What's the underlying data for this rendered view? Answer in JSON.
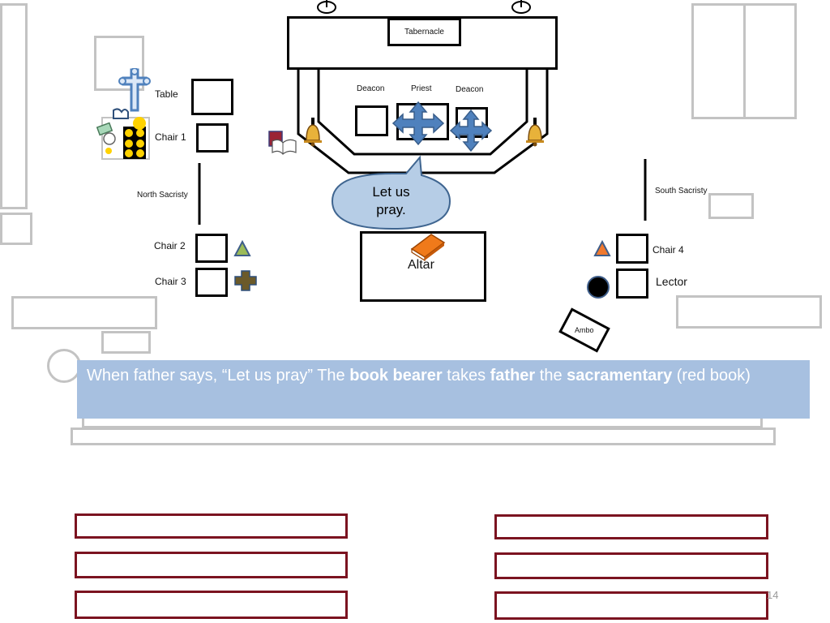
{
  "labels": {
    "tabernacle": "Tabernacle",
    "deacon_left": "Deacon",
    "priest": "Priest",
    "deacon_right": "Deacon",
    "table": "Table",
    "chair1": "Chair 1",
    "north_sacristy": "North Sacristy",
    "south_sacristy": "South Sacristy",
    "chair2": "Chair 2",
    "chair3": "Chair 3",
    "chair4": "Chair 4",
    "lector": "Lector",
    "altar": "Altar",
    "ambo": "Ambo"
  },
  "speech": {
    "line1": "Let us",
    "line2": "pray."
  },
  "caption": {
    "p1": "When father says, “Let us pray” The ",
    "b1": "book bearer",
    "p2": " takes ",
    "b2": "father",
    "p3": " the ",
    "b3": "sacramentary",
    "p4": " (red book)"
  },
  "page_number": "14",
  "colors": {
    "gray_outline": "#c3c3c3",
    "pew_outline": "#7b1320",
    "caption_bg": "#a7c0e0",
    "speech_fill": "#b6cde6",
    "speech_stroke": "#3f6590",
    "cross_fill": "#4f81bd",
    "book_orange": "#f07a1a"
  },
  "icons": {
    "processional_cross": "processional-cross-icon",
    "bell": "altar-bell-icon",
    "book": "sacramentary-book-icon"
  }
}
